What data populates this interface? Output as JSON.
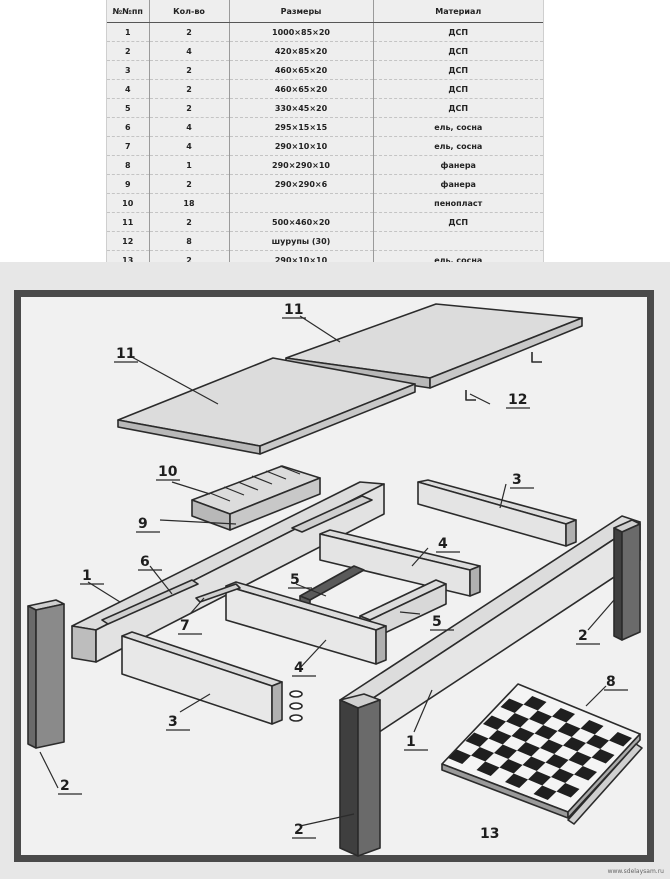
{
  "table": {
    "headers": {
      "num": "№№пп",
      "qty": "Кол-во",
      "size": "Размеры",
      "material": "Материал"
    },
    "rows": [
      {
        "num": "1",
        "qty": "2",
        "size": "1000×85×20",
        "material": "ДСП"
      },
      {
        "num": "2",
        "qty": "4",
        "size": "420×85×20",
        "material": "ДСП"
      },
      {
        "num": "3",
        "qty": "2",
        "size": "460×65×20",
        "material": "ДСП"
      },
      {
        "num": "4",
        "qty": "2",
        "size": "460×65×20",
        "material": "ДСП"
      },
      {
        "num": "5",
        "qty": "2",
        "size": "330×45×20",
        "material": "ДСП"
      },
      {
        "num": "6",
        "qty": "4",
        "size": "295×15×15",
        "material": "ель, сосна"
      },
      {
        "num": "7",
        "qty": "4",
        "size": "290×10×10",
        "material": "ель, сосна"
      },
      {
        "num": "8",
        "qty": "1",
        "size": "290×290×10",
        "material": "фанера"
      },
      {
        "num": "9",
        "qty": "2",
        "size": "290×290×6",
        "material": "фанера"
      },
      {
        "num": "10",
        "qty": "18",
        "size": "",
        "material": "пенопласт"
      },
      {
        "num": "11",
        "qty": "2",
        "size": "500×460×20",
        "material": "ДСП"
      },
      {
        "num": "12",
        "qty": "8",
        "size": "шурупы (30)",
        "material": ""
      },
      {
        "num": "13",
        "qty": "2",
        "size": "290×10×10",
        "material": "ель, сосна"
      }
    ]
  },
  "drawing": {
    "labels": {
      "top_11_right": "11",
      "top_11_left": "11",
      "screws_12": "12",
      "foam_10": "10",
      "tray_9": "9",
      "rail_3_top": "3",
      "rail_1_left": "1",
      "strip_6": "6",
      "rail_4_back": "4",
      "rail_5_left": "5",
      "rail_5_right": "5",
      "strip_7": "7",
      "leg_2_right_back": "2",
      "rail_4_front": "4",
      "board_8": "8",
      "rail_3_front": "3",
      "rail_1_front": "1",
      "leg_2_left": "2",
      "leg_2_front": "2",
      "strip_13": "13"
    },
    "footer": "www.sdelaysam.ru"
  },
  "colors": {
    "line": "#2b2b2b",
    "panel": "#dcdcdc",
    "panel_dark": "#b8b8b8",
    "leg_dark": "#4f4f4f",
    "frame": "#4a4a4a"
  }
}
